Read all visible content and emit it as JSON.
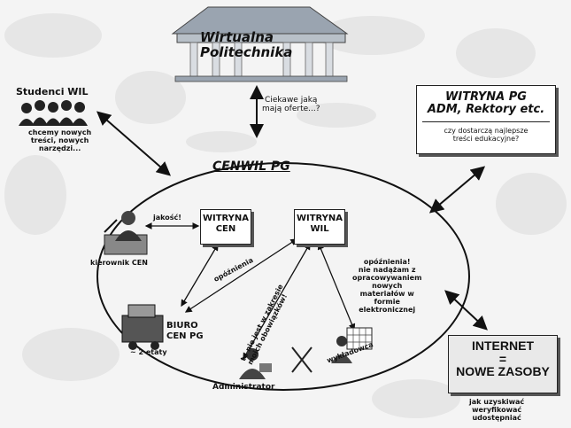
{
  "diagram": {
    "virtual_poli": "Wirtualna\nPolitechnika",
    "ciekawe": "Ciekawe jaką\nmają oferte...?",
    "studenci_title": "Studenci WIL",
    "studenci_text": "chcemy nowych\ntreści, nowych\nnarzędzi...",
    "witryna_pg_title": "WITRYNA PG\nADM, Rektory etc.",
    "witryna_pg_question": "czy dostarczą najlepsze\ntreści edukacyjne?",
    "cenwil": "CENWIL PG",
    "jakosc": "jakość!",
    "kierownik": "kierownik CEN",
    "witryna_cen": "WITRYNA\nCEN",
    "witryna_wil": "WITRYNA\nWIL",
    "opoznienia": "opóźnienia",
    "opoznienia2": "opóźnienia!\nnie nadążam z\nopracowywaniem\nnowych\nmateriałów w\nformie\nelektronicznej",
    "biuro": "BIURO\nCEN PG",
    "etaty": "~ 2 etaty",
    "nie_zakres": "to nie jest w zakresie\nmoich obowiązków!",
    "administrator": "Administrator",
    "wykladowca": "wykładowca",
    "internet_title": "INTERNET\n=\nNOWE ZASOBY",
    "internet_text": "jak uzyskiwać\nweryfikować\nudostępniać"
  }
}
